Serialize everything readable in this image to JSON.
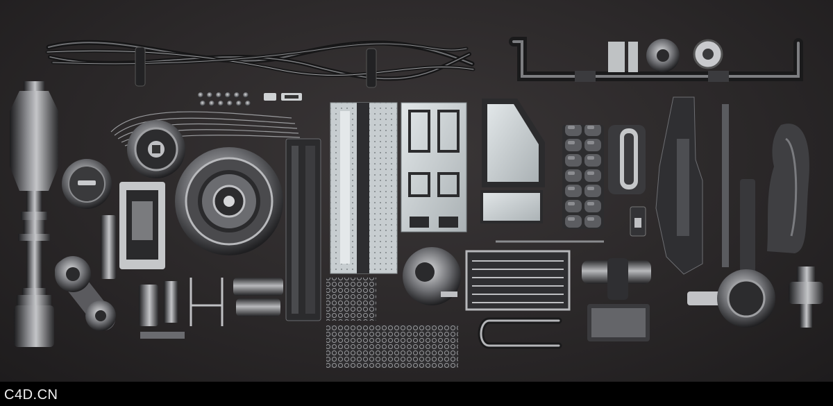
{
  "watermark": {
    "text": "C4D.CN"
  },
  "colors": {
    "background": "#2b2829",
    "footer": "#000000",
    "metal_dark": "#2a2a2c",
    "metal_mid": "#5a5a5e",
    "metal_light": "#a9aaad",
    "panel_light": "#c9cfd1",
    "watermark": "#f2f2f2"
  },
  "parts": [
    "cable-bundle",
    "exhaust-canister",
    "drum-housing",
    "wheel-rim",
    "turbine-disc",
    "ribbed-panel",
    "vented-plate",
    "bracket-panel",
    "pipe-rail",
    "grill-plate",
    "padded-panel",
    "hose-arm",
    "cloth-cover",
    "coupler-clamp",
    "mesh-grid",
    "u-bolt"
  ]
}
